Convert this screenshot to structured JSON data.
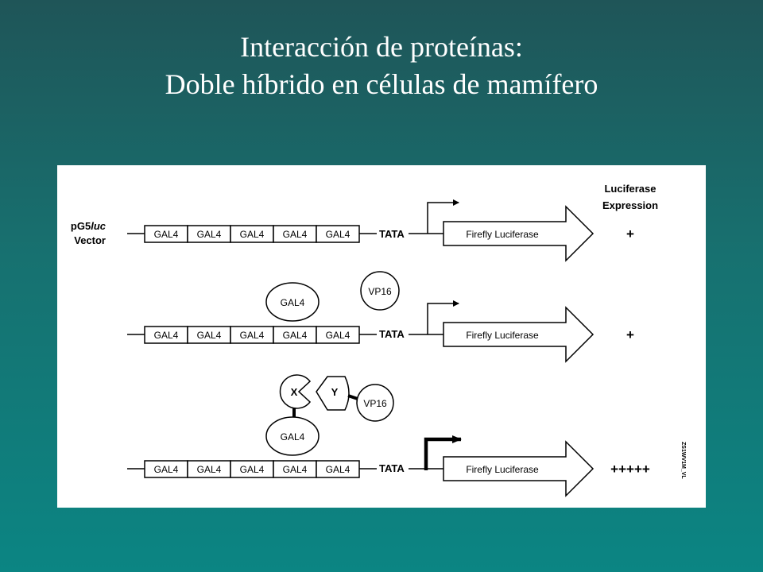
{
  "title": {
    "line1": "Interacción de proteínas:",
    "line2": "Doble híbrido en células de mamífero"
  },
  "diagram": {
    "header": {
      "line1": "Luciferase",
      "line2": "Expression"
    },
    "vector_label": {
      "line1": "pG5",
      "line1_italic": "luc",
      "line2": "Vector"
    },
    "tata": "TATA",
    "reporter": "Firefly Luciferase",
    "rows": [
      {
        "sites": [
          "GAL4",
          "GAL4",
          "GAL4",
          "GAL4",
          "GAL4"
        ],
        "expression": "+"
      },
      {
        "sites": [
          "GAL4",
          "GAL4",
          "GAL4",
          "GAL4",
          "GAL4"
        ],
        "bound_domain": "GAL4",
        "free_activator": "VP16",
        "expression": "+"
      },
      {
        "sites": [
          "GAL4",
          "GAL4",
          "GAL4",
          "GAL4",
          "GAL4"
        ],
        "bound_domain": "GAL4",
        "protein_x": "X",
        "protein_y": "Y",
        "activator": "VP16",
        "expression": "+++++"
      }
    ],
    "side_code": "ZS1WV1M_VL"
  }
}
